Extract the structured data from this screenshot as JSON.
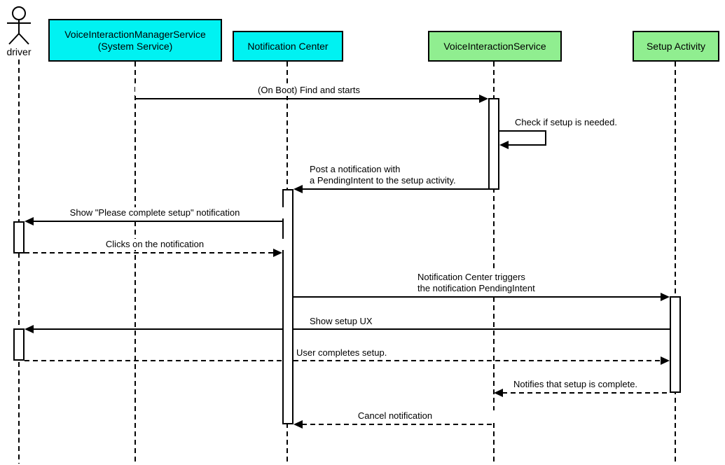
{
  "diagram": {
    "type": "uml-sequence-diagram",
    "background": "#FFFFFF"
  },
  "colors": {
    "participant_cyan": "#00F2F2",
    "participant_green": "#90EE90",
    "line": "#000000",
    "activation_fill": "#FFFFFF"
  },
  "participants": [
    {
      "id": "driver",
      "label": "driver",
      "kind": "actor"
    },
    {
      "id": "vims",
      "label": "VoiceInteractionManagerService\n(System Service)",
      "kind": "box",
      "color": "cyan"
    },
    {
      "id": "notification-center",
      "label": "Notification Center",
      "kind": "box",
      "color": "cyan"
    },
    {
      "id": "voice-interaction-service",
      "label": "VoiceInteractionService",
      "kind": "box",
      "color": "green"
    },
    {
      "id": "setup-activity",
      "label": "Setup Activity",
      "kind": "box",
      "color": "green"
    }
  ],
  "messages": [
    {
      "from": "vims",
      "to": "voice-interaction-service",
      "label": "(On Boot) Find and starts",
      "style": "solid"
    },
    {
      "from": "voice-interaction-service",
      "to": "voice-interaction-service",
      "label": "Check if setup is needed.",
      "style": "solid-self"
    },
    {
      "from": "voice-interaction-service",
      "to": "notification-center",
      "label": "Post a notification with\na PendingIntent to the setup activity.",
      "style": "solid"
    },
    {
      "from": "notification-center",
      "to": "driver",
      "label": "Show \"Please complete setup\" notification",
      "style": "solid"
    },
    {
      "from": "driver",
      "to": "notification-center",
      "label": "Clicks on the notification",
      "style": "dashed"
    },
    {
      "from": "notification-center",
      "to": "setup-activity",
      "label": "Notification Center triggers\nthe notification PendingIntent",
      "style": "solid"
    },
    {
      "from": "setup-activity",
      "to": "driver",
      "label": "Show setup UX",
      "style": "solid"
    },
    {
      "from": "driver",
      "to": "setup-activity",
      "label": "User completes setup.",
      "style": "dashed"
    },
    {
      "from": "setup-activity",
      "to": "voice-interaction-service",
      "label": "Notifies that setup is complete.",
      "style": "dashed"
    },
    {
      "from": "voice-interaction-service",
      "to": "notification-center",
      "label": "Cancel notification",
      "style": "dashed"
    }
  ]
}
